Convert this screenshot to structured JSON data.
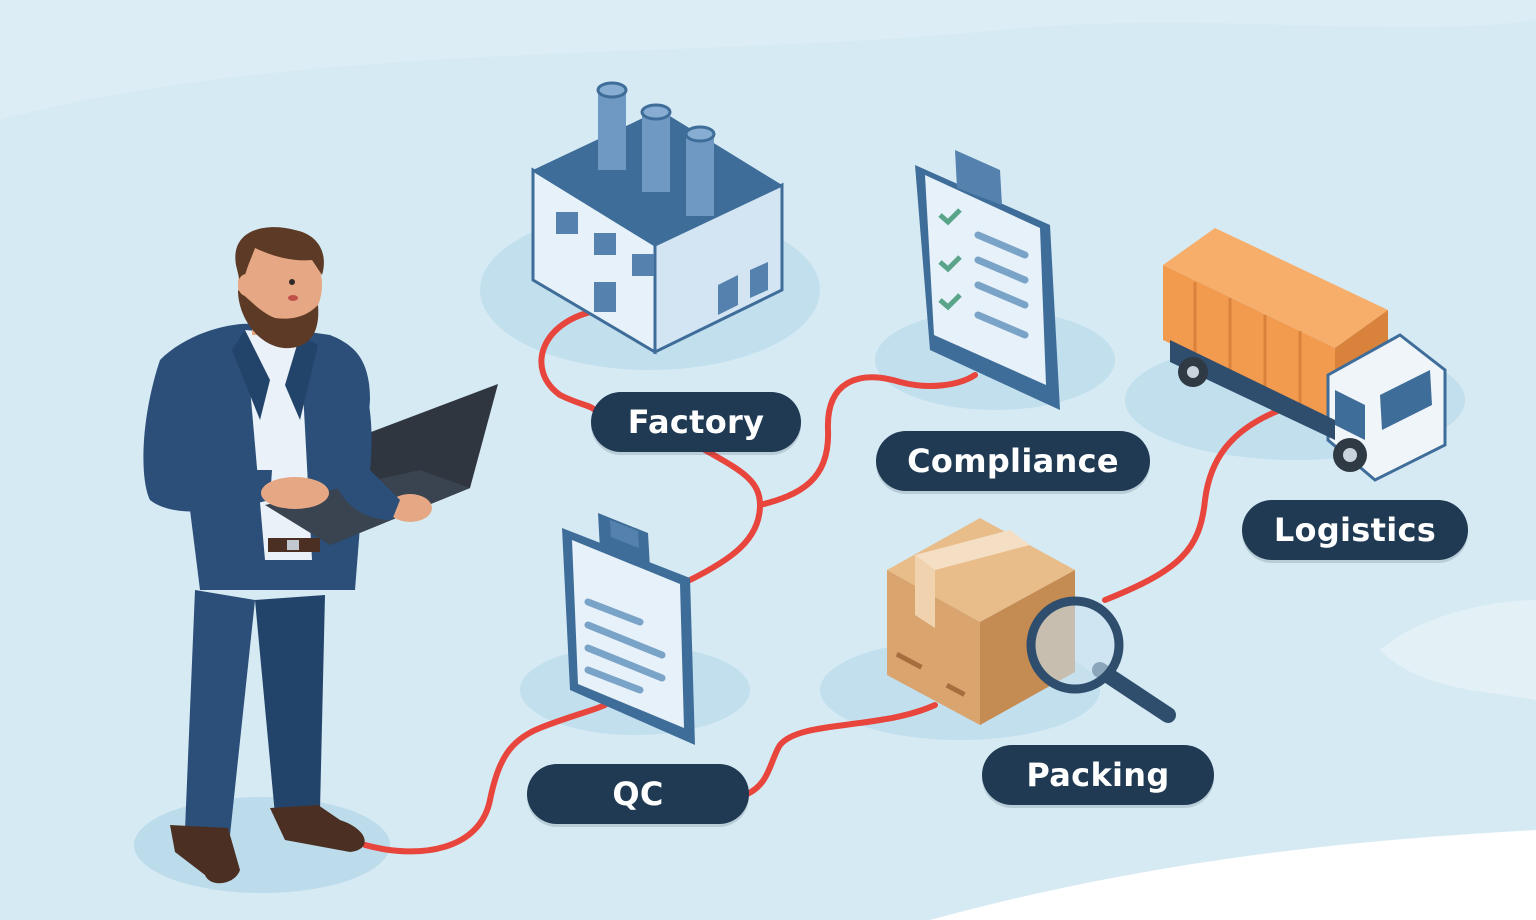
{
  "stages": {
    "factory": "Factory",
    "compliance": "Compliance",
    "logistics": "Logistics",
    "qc": "QC",
    "packing": "Packing"
  },
  "colors": {
    "background": "#d6eaf4",
    "path": "#e8453c",
    "label_background": "#1f3a52",
    "label_text": "#ffffff",
    "suit": "#2b4f78",
    "box": "#d9a46e",
    "truck_cargo": "#f29a4e",
    "factory_roof": "#3f6d99"
  },
  "icons": [
    "businessman-with-laptop-icon",
    "factory-icon",
    "compliance-checklist-icon",
    "delivery-truck-icon",
    "qc-clipboard-icon",
    "cardboard-box-icon",
    "magnifying-glass-icon"
  ]
}
